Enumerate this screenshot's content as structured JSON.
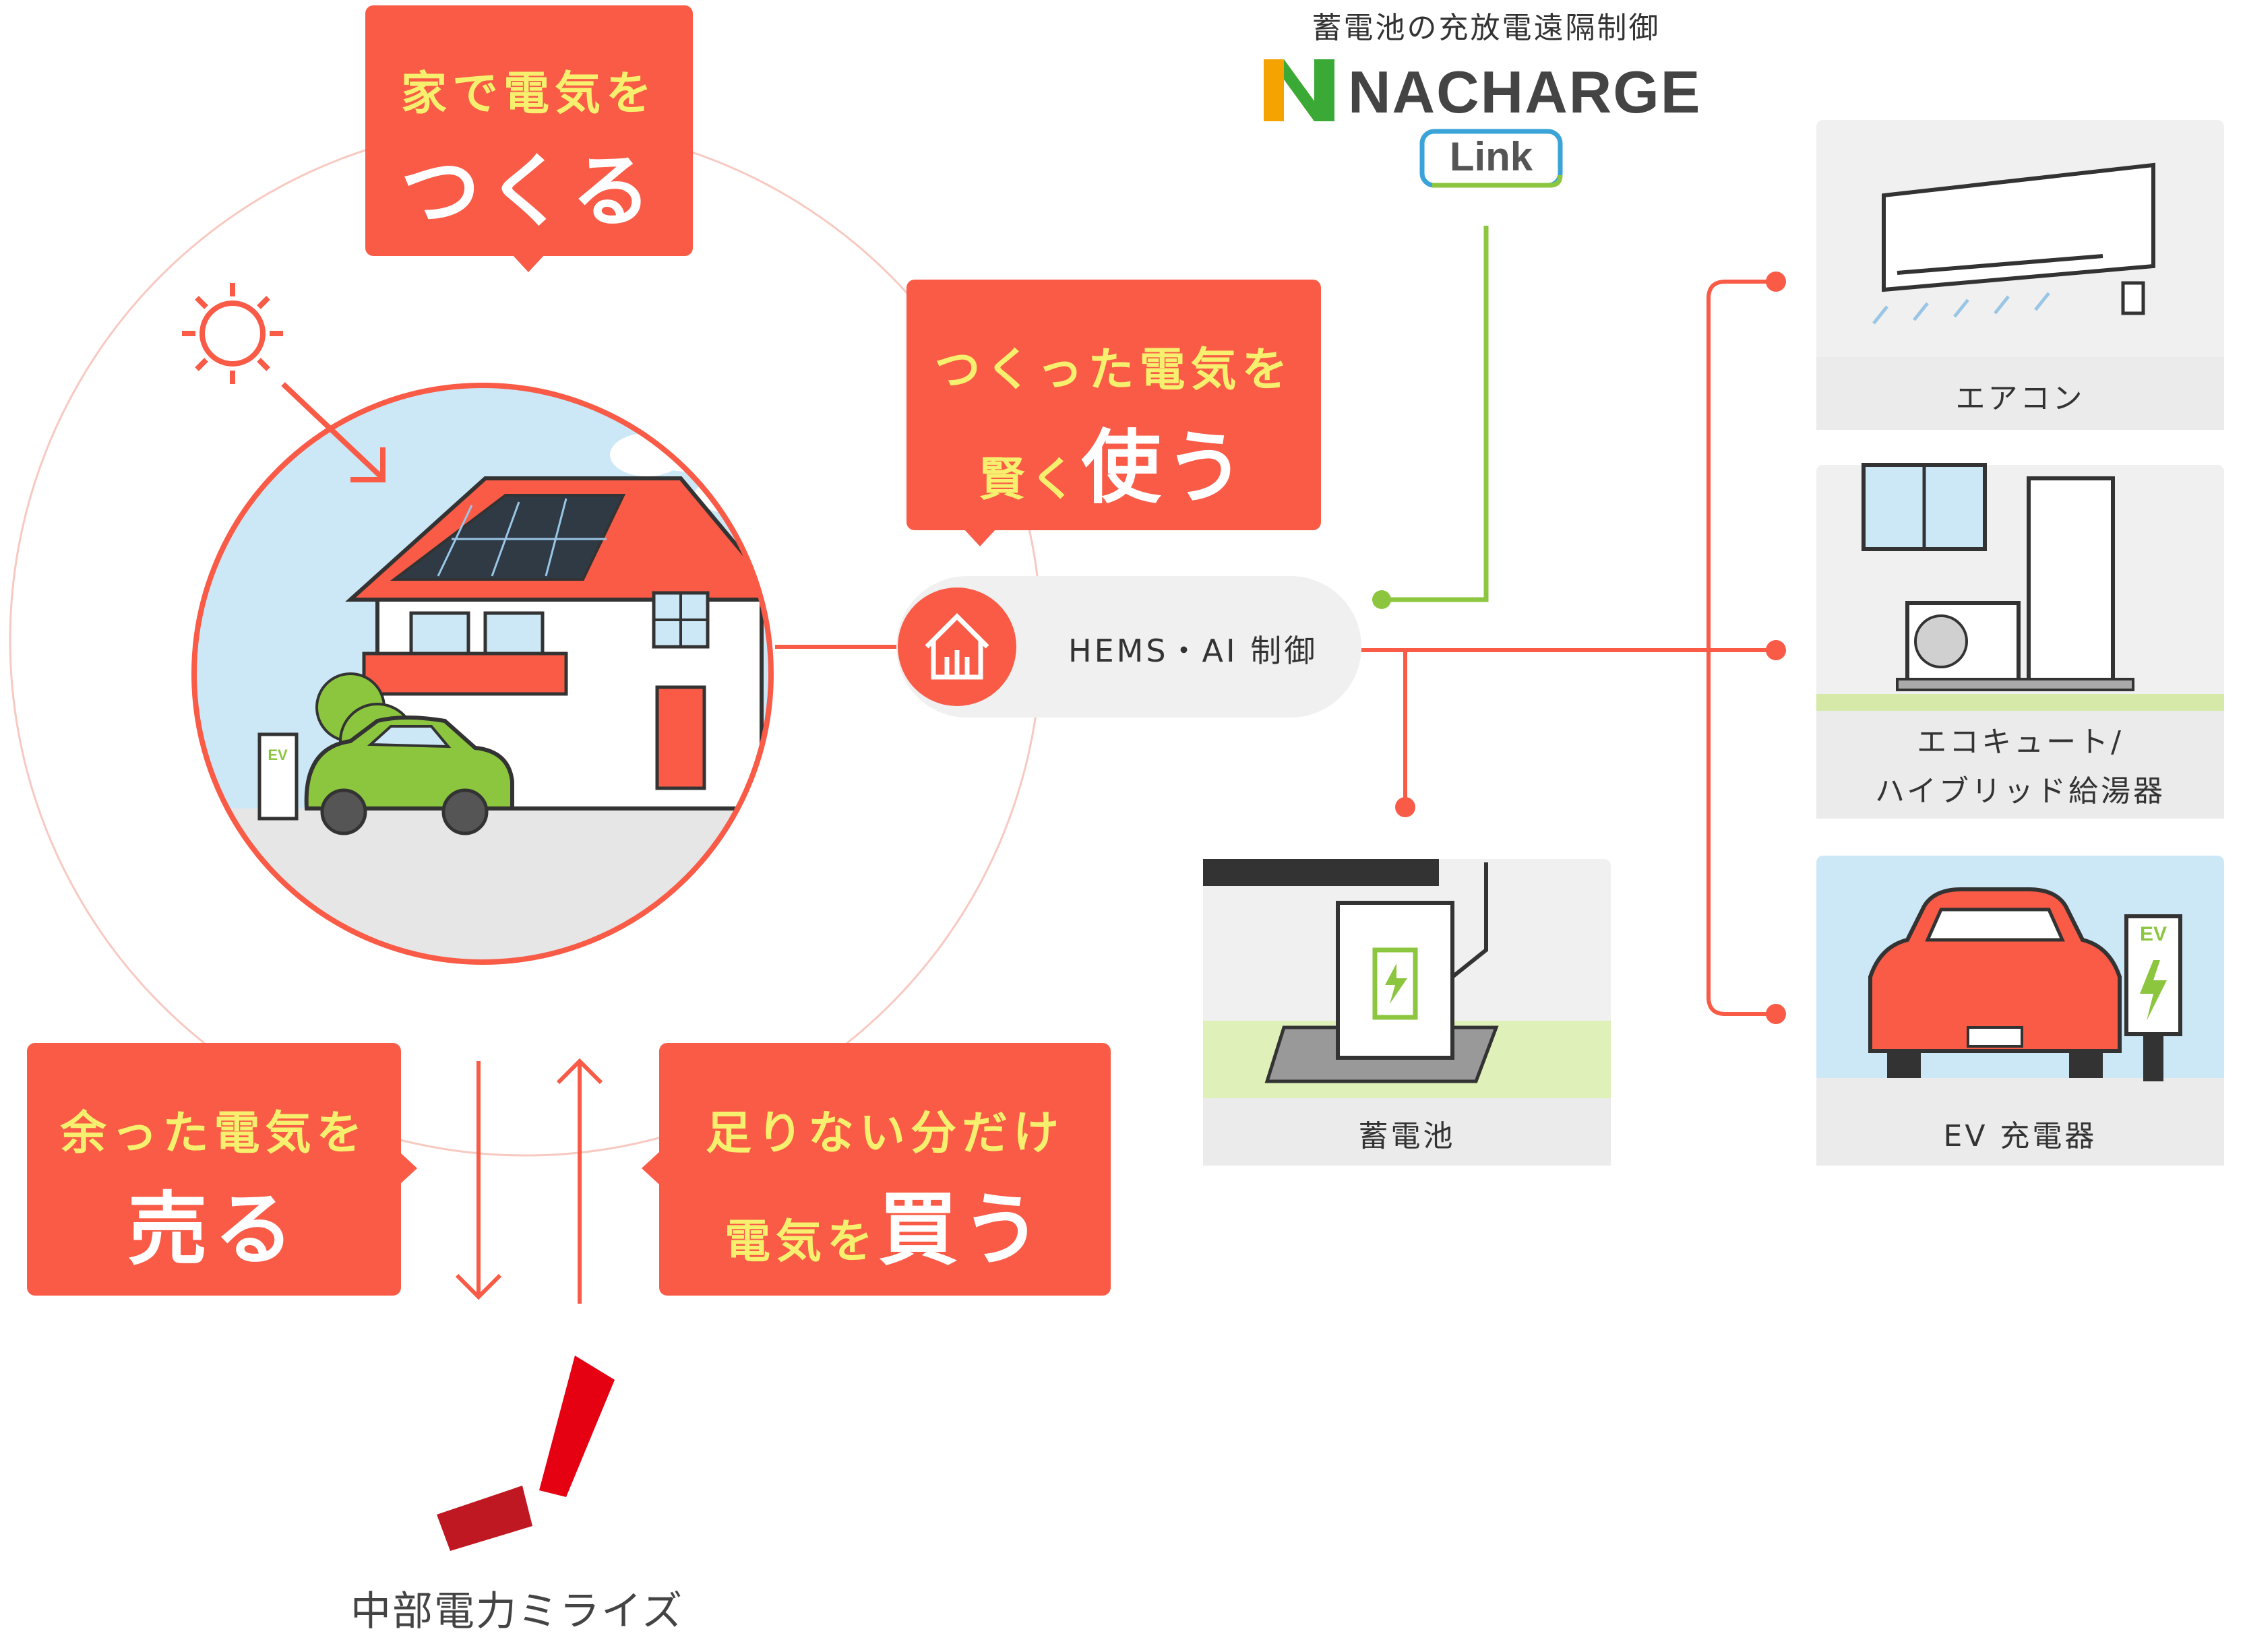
{
  "make": {
    "line1": "家で電気を",
    "line2": "つくる"
  },
  "use": {
    "line1": "つくった電気を",
    "line2a": "賢く",
    "line2b": "使う"
  },
  "sell": {
    "line1": "余った電気を",
    "line2": "売る"
  },
  "buy": {
    "line1": "足りない分だけ",
    "line2a": "電気を",
    "line2b": "買う"
  },
  "hems": {
    "label": "HEMS・AI 制御"
  },
  "nacharge": {
    "caption": "蓄電池の充放電遠隔制御",
    "brand": "NACHARGE",
    "sub": "Link"
  },
  "devices": [
    {
      "label": "エアコン"
    },
    {
      "label_line1": "エコキュート/",
      "label_line2": "ハイブリッド給湯器"
    },
    {
      "label": "EV 充電器"
    }
  ],
  "battery": {
    "label": "蓄電池"
  },
  "house": {
    "ev_tag": "EV"
  },
  "charger": {
    "ev_tag": "EV"
  },
  "company": {
    "name": "中部電力ミライズ"
  },
  "colors": {
    "accent": "#f95b47",
    "accent_text": "#f6f06e",
    "green": "#8cc63f",
    "sky": "#cce8f7",
    "company_red": "#e50012"
  }
}
